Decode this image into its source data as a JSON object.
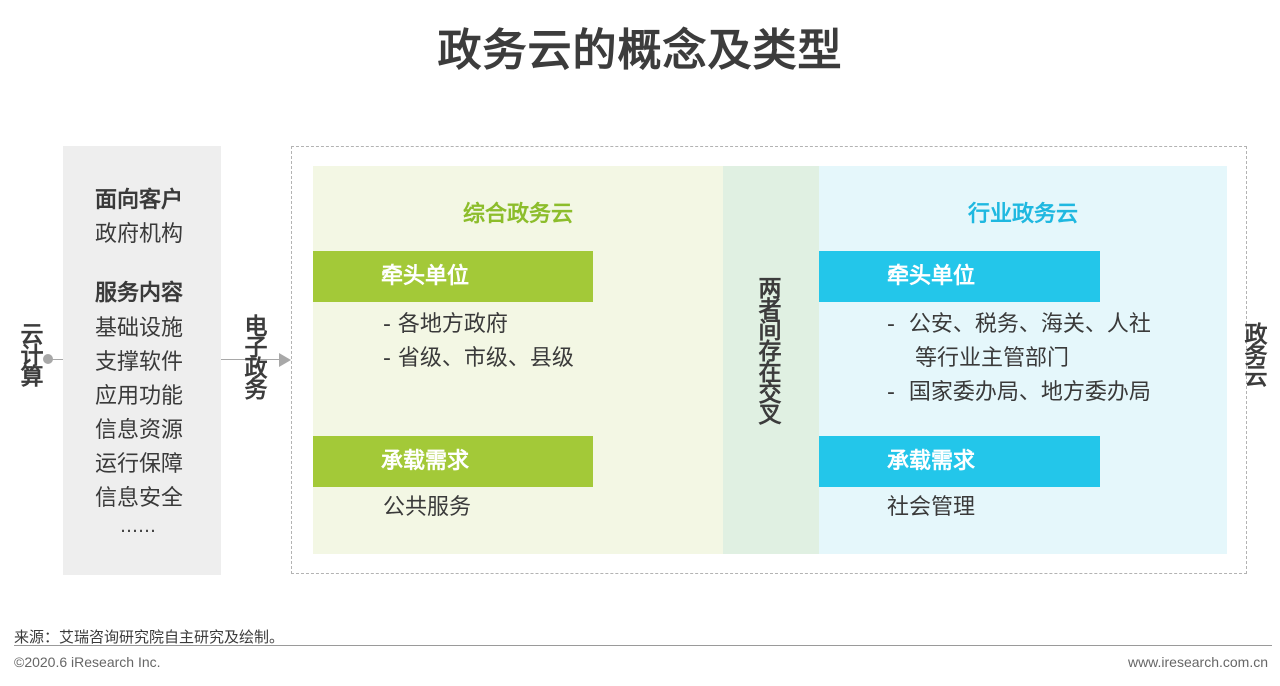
{
  "title": "政务云的概念及类型",
  "left": {
    "cloud_computing": "云计算",
    "egov": "电子政务",
    "customer_heading": "面向客户",
    "customer": "政府机构",
    "service_heading": "服务内容",
    "services": [
      "基础设施",
      "支撑软件",
      "应用功能",
      "信息资源",
      "运行保障",
      "信息安全",
      "……"
    ]
  },
  "composite": {
    "heading": "综合政务云",
    "lead_label": "牵头单位",
    "lead_items": [
      "-  各地方政府",
      "-  省级、市级、县级"
    ],
    "demand_label": "承载需求",
    "demand": "公共服务"
  },
  "overlap": "两者间存在交叉",
  "industry": {
    "heading": "行业政务云",
    "lead_label": "牵头单位",
    "lead_items": [
      "-  公安、税务、海关、人社",
      "    等行业主管部门",
      "-  国家委办局、地方委办局"
    ],
    "demand_label": "承载需求",
    "demand": "社会管理"
  },
  "gov_cloud": "政务云",
  "footer": {
    "source": "来源：艾瑞咨询研究院自主研究及绘制。",
    "copyright": "©2020.6 iResearch Inc.",
    "website": "www.iresearch.com.cn"
  },
  "colors": {
    "green": "#a3c938",
    "blue": "#23c6ea",
    "green_bg": "#f3f7e4",
    "blue_bg": "#e5f7fb",
    "overlap_bg": "#e0f0e2",
    "heading_green": "#8cbd2b",
    "heading_blue": "#1fb8e0"
  }
}
